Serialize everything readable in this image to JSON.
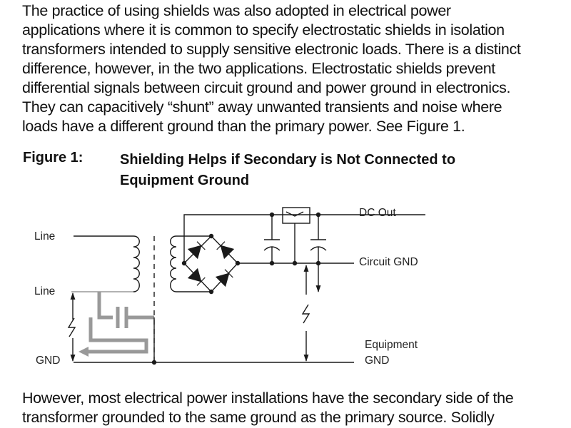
{
  "document": {
    "paragraph_intro": [
      "The practice of using shields was also adopted in electrical power",
      "applications where it is common to specify electrostatic shields in isolation",
      "transformers intended to supply sensitive electronic loads. There is a distinct",
      "difference, however, in the two applications. Electrostatic shields prevent",
      "differential signals between circuit ground and power ground in electronics.",
      "They can capacitively “shunt” away unwanted transients and noise where",
      "loads have a different ground than the primary power. See Figure 1."
    ],
    "figure": {
      "label": "Figure 1:",
      "title_lines": [
        "Shielding Helps if Secondary is Not Connected to",
        "Equipment Ground"
      ],
      "labels": {
        "line_top": "Line",
        "line_bottom": "Line",
        "gnd": "GND",
        "dc_out": "DC Out",
        "circuit_gnd": "Circuit GND",
        "equipment_gnd_line1": "Equipment",
        "equipment_gnd_line2": "GND"
      },
      "colors": {
        "wire": "#1a1a1a",
        "shunt_path": "#999999"
      }
    },
    "paragraph_after": [
      "However, most electrical power installations have the secondary side of the",
      "transformer grounded to the same ground as the primary source. Solidly"
    ]
  }
}
